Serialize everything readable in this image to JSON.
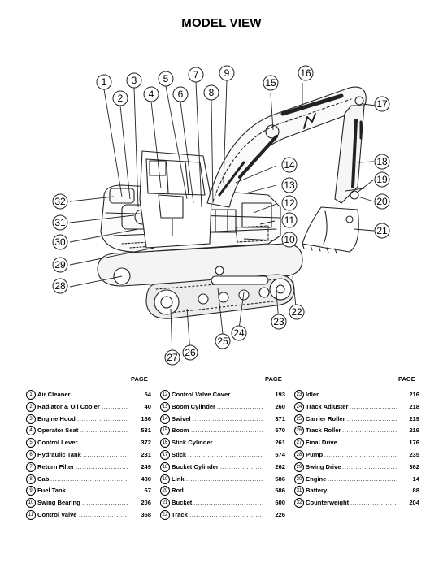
{
  "title": "MODEL VIEW",
  "index_header": "PAGE",
  "index": [
    [
      {
        "num": "1",
        "name": "Air Cleaner",
        "page": "54"
      },
      {
        "num": "2",
        "name": "Radiator & Oil Cooler",
        "page": "40"
      },
      {
        "num": "3",
        "name": "Engine Hood",
        "page": "186"
      },
      {
        "num": "4",
        "name": "Operator Seat",
        "page": "531"
      },
      {
        "num": "5",
        "name": "Control Lever",
        "page": "372"
      },
      {
        "num": "6",
        "name": "Hydraulic Tank",
        "page": "231"
      },
      {
        "num": "7",
        "name": "Return Filter",
        "page": "249"
      },
      {
        "num": "8",
        "name": "Cab",
        "page": "480"
      },
      {
        "num": "9",
        "name": "Fuel Tank",
        "page": "67"
      },
      {
        "num": "10",
        "name": "Swing Bearing",
        "page": "206"
      },
      {
        "num": "11",
        "name": "Control Valve",
        "page": "368"
      }
    ],
    [
      {
        "num": "12",
        "name": "Control Valve Cover",
        "page": "193"
      },
      {
        "num": "13",
        "name": "Boom Cylinder",
        "page": "260"
      },
      {
        "num": "14",
        "name": "Swivel",
        "page": "371"
      },
      {
        "num": "15",
        "name": "Boom",
        "page": "570"
      },
      {
        "num": "16",
        "name": "Stick Cylinder",
        "page": "261"
      },
      {
        "num": "17",
        "name": "Stick",
        "page": "574"
      },
      {
        "num": "18",
        "name": "Bucket Cylinder",
        "page": "262"
      },
      {
        "num": "19",
        "name": "Link",
        "page": "586"
      },
      {
        "num": "20",
        "name": "Rod",
        "page": "586"
      },
      {
        "num": "21",
        "name": "Bucket",
        "page": "600"
      },
      {
        "num": "22",
        "name": "Track",
        "page": "226"
      }
    ],
    [
      {
        "num": "23",
        "name": "Idler",
        "page": "216"
      },
      {
        "num": "24",
        "name": "Track Adjuster",
        "page": "218"
      },
      {
        "num": "25",
        "name": "Carrier Roller",
        "page": "219"
      },
      {
        "num": "26",
        "name": "Track Roller",
        "page": "219"
      },
      {
        "num": "27",
        "name": "Final Drive",
        "page": "176"
      },
      {
        "num": "28",
        "name": "Pump",
        "page": "235"
      },
      {
        "num": "29",
        "name": "Swing Drive",
        "page": "362"
      },
      {
        "num": "30",
        "name": "Engine",
        "page": "14"
      },
      {
        "num": "31",
        "name": "Battery",
        "page": "88"
      },
      {
        "num": "32",
        "name": "Counterweight",
        "page": "204"
      }
    ]
  ]
}
